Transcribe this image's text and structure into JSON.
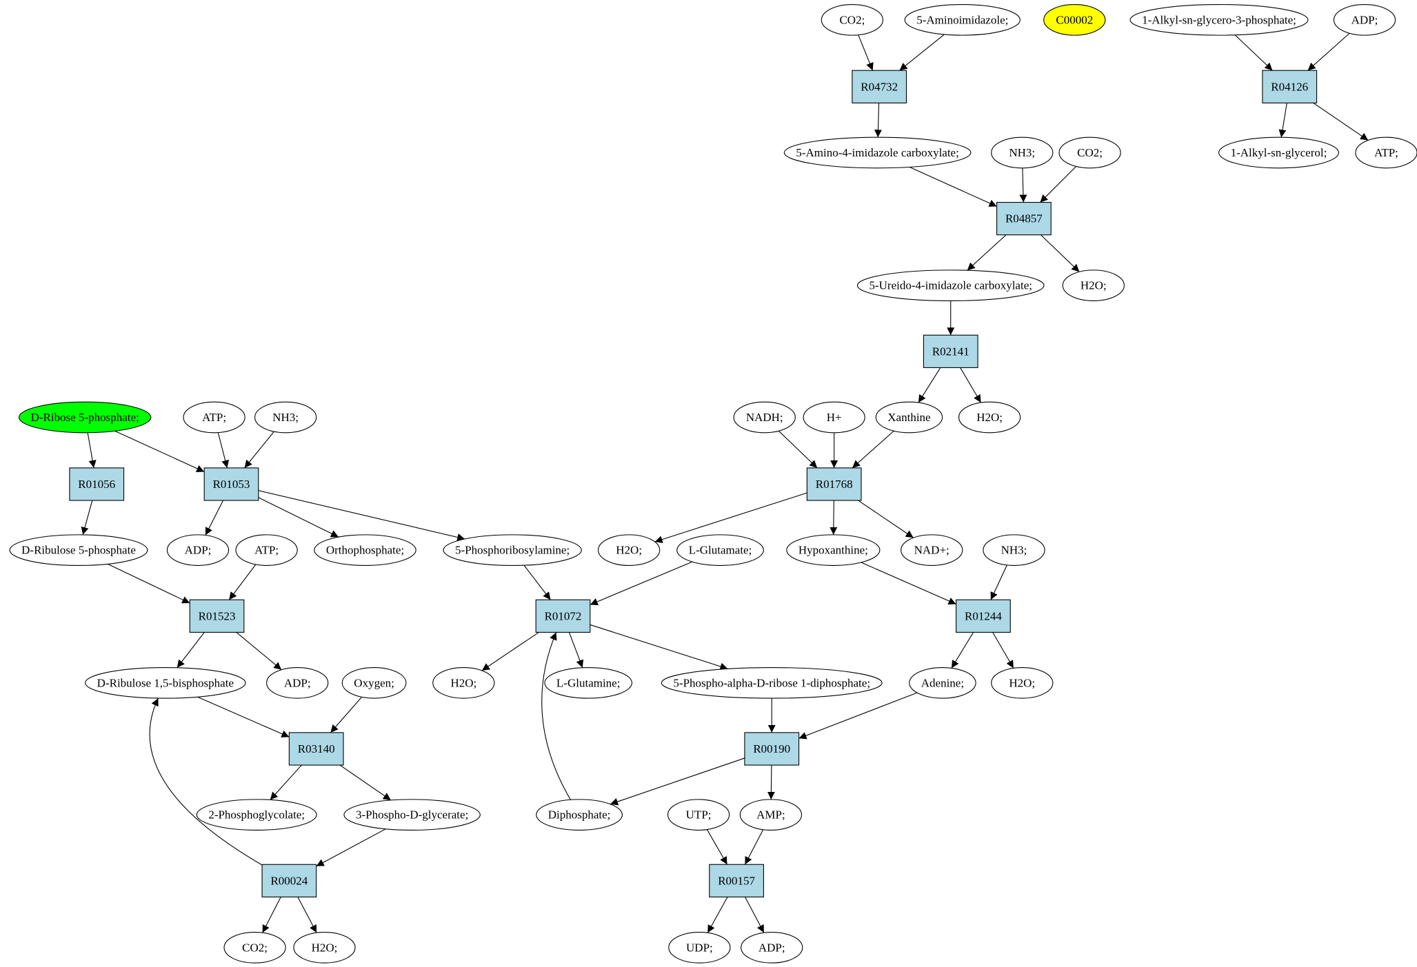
{
  "colors": {
    "reaction_fill": "#add8e6",
    "metabolite_fill": "#ffffff",
    "start_fill": "#00ff00",
    "target_fill": "#ffff00",
    "stroke": "#000000"
  },
  "nodes": [
    {
      "id": "co2_a",
      "label": "CO2;",
      "kind": "metabolite"
    },
    {
      "id": "aminoimid",
      "label": "5-Aminoimidazole;",
      "kind": "metabolite"
    },
    {
      "id": "c00002",
      "label": "C00002",
      "kind": "target"
    },
    {
      "id": "alkyl_g3p",
      "label": "1-Alkyl-sn-glycero-3-phosphate;",
      "kind": "metabolite"
    },
    {
      "id": "adp_a",
      "label": "ADP;",
      "kind": "metabolite"
    },
    {
      "id": "R04732",
      "label": "R04732",
      "kind": "reaction"
    },
    {
      "id": "R04126",
      "label": "R04126",
      "kind": "reaction"
    },
    {
      "id": "aic",
      "label": "5-Amino-4-imidazole carboxylate;",
      "kind": "metabolite"
    },
    {
      "id": "nh3_a",
      "label": "NH3;",
      "kind": "metabolite"
    },
    {
      "id": "co2_b",
      "label": "CO2;",
      "kind": "metabolite"
    },
    {
      "id": "alkyl_gly",
      "label": "1-Alkyl-sn-glycerol;",
      "kind": "metabolite"
    },
    {
      "id": "atp_a",
      "label": "ATP;",
      "kind": "metabolite"
    },
    {
      "id": "R04857",
      "label": "R04857",
      "kind": "reaction"
    },
    {
      "id": "uic",
      "label": "5-Ureido-4-imidazole carboxylate;",
      "kind": "metabolite"
    },
    {
      "id": "h2o_a",
      "label": "H2O;",
      "kind": "metabolite"
    },
    {
      "id": "R02141",
      "label": "R02141",
      "kind": "reaction"
    },
    {
      "id": "r5p",
      "label": "D-Ribose 5-phosphate;",
      "kind": "start"
    },
    {
      "id": "atp_b",
      "label": "ATP;",
      "kind": "metabolite"
    },
    {
      "id": "nh3_b",
      "label": "NH3;",
      "kind": "metabolite"
    },
    {
      "id": "nadh",
      "label": "NADH;",
      "kind": "metabolite"
    },
    {
      "id": "hplus",
      "label": "H+",
      "kind": "metabolite"
    },
    {
      "id": "xanthine",
      "label": "Xanthine",
      "kind": "metabolite"
    },
    {
      "id": "h2o_b",
      "label": "H2O;",
      "kind": "metabolite"
    },
    {
      "id": "R01056",
      "label": "R01056",
      "kind": "reaction"
    },
    {
      "id": "R01053",
      "label": "R01053",
      "kind": "reaction"
    },
    {
      "id": "R01768",
      "label": "R01768",
      "kind": "reaction"
    },
    {
      "id": "ru5p",
      "label": "D-Ribulose 5-phosphate",
      "kind": "metabolite"
    },
    {
      "id": "adp_b",
      "label": "ADP;",
      "kind": "metabolite"
    },
    {
      "id": "atp_c",
      "label": "ATP;",
      "kind": "metabolite"
    },
    {
      "id": "orthop",
      "label": "Orthophosphate;",
      "kind": "metabolite"
    },
    {
      "id": "pra",
      "label": "5-Phosphoribosylamine;",
      "kind": "metabolite"
    },
    {
      "id": "h2o_c",
      "label": "H2O;",
      "kind": "metabolite"
    },
    {
      "id": "lglu",
      "label": "L-Glutamate;",
      "kind": "metabolite"
    },
    {
      "id": "hypox",
      "label": "Hypoxanthine;",
      "kind": "metabolite"
    },
    {
      "id": "nadplus",
      "label": "NAD+;",
      "kind": "metabolite"
    },
    {
      "id": "nh3_c",
      "label": "NH3;",
      "kind": "metabolite"
    },
    {
      "id": "R01523",
      "label": "R01523",
      "kind": "reaction"
    },
    {
      "id": "R01072",
      "label": "R01072",
      "kind": "reaction"
    },
    {
      "id": "R01244",
      "label": "R01244",
      "kind": "reaction"
    },
    {
      "id": "rubp",
      "label": "D-Ribulose 1,5-bisphosphate",
      "kind": "metabolite"
    },
    {
      "id": "adp_c",
      "label": "ADP;",
      "kind": "metabolite"
    },
    {
      "id": "oxygen",
      "label": "Oxygen;",
      "kind": "metabolite"
    },
    {
      "id": "h2o_d",
      "label": "H2O;",
      "kind": "metabolite"
    },
    {
      "id": "lgln",
      "label": "L-Glutamine;",
      "kind": "metabolite"
    },
    {
      "id": "prpp",
      "label": "5-Phospho-alpha-D-ribose 1-diphosphate;",
      "kind": "metabolite"
    },
    {
      "id": "adenine",
      "label": "Adenine;",
      "kind": "metabolite"
    },
    {
      "id": "h2o_e",
      "label": "H2O;",
      "kind": "metabolite"
    },
    {
      "id": "R03140",
      "label": "R03140",
      "kind": "reaction"
    },
    {
      "id": "R00190",
      "label": "R00190",
      "kind": "reaction"
    },
    {
      "id": "pglycolate",
      "label": "2-Phosphoglycolate;",
      "kind": "metabolite"
    },
    {
      "id": "pga3",
      "label": "3-Phospho-D-glycerate;",
      "kind": "metabolite"
    },
    {
      "id": "diphos",
      "label": "Diphosphate;",
      "kind": "metabolite"
    },
    {
      "id": "utp",
      "label": "UTP;",
      "kind": "metabolite"
    },
    {
      "id": "amp",
      "label": "AMP;",
      "kind": "metabolite"
    },
    {
      "id": "R00024",
      "label": "R00024",
      "kind": "reaction"
    },
    {
      "id": "R00157",
      "label": "R00157",
      "kind": "reaction"
    },
    {
      "id": "co2_c",
      "label": "CO2;",
      "kind": "metabolite"
    },
    {
      "id": "h2o_f",
      "label": "H2O;",
      "kind": "metabolite"
    },
    {
      "id": "udp",
      "label": "UDP;",
      "kind": "metabolite"
    },
    {
      "id": "adp_d",
      "label": "ADP;",
      "kind": "metabolite"
    }
  ],
  "edges": [
    [
      "co2_a",
      "R04732"
    ],
    [
      "aminoimid",
      "R04732"
    ],
    [
      "R04732",
      "aic"
    ],
    [
      "alkyl_g3p",
      "R04126"
    ],
    [
      "adp_a",
      "R04126"
    ],
    [
      "R04126",
      "alkyl_gly"
    ],
    [
      "R04126",
      "atp_a"
    ],
    [
      "aic",
      "R04857"
    ],
    [
      "nh3_a",
      "R04857"
    ],
    [
      "co2_b",
      "R04857"
    ],
    [
      "R04857",
      "uic"
    ],
    [
      "R04857",
      "h2o_a"
    ],
    [
      "uic",
      "R02141"
    ],
    [
      "R02141",
      "xanthine"
    ],
    [
      "R02141",
      "h2o_b"
    ],
    [
      "nadh",
      "R01768"
    ],
    [
      "hplus",
      "R01768"
    ],
    [
      "xanthine",
      "R01768"
    ],
    [
      "R01768",
      "h2o_c"
    ],
    [
      "R01768",
      "hypox"
    ],
    [
      "R01768",
      "nadplus"
    ],
    [
      "r5p",
      "R01056"
    ],
    [
      "r5p",
      "R01053"
    ],
    [
      "atp_b",
      "R01053"
    ],
    [
      "nh3_b",
      "R01053"
    ],
    [
      "R01056",
      "ru5p"
    ],
    [
      "R01053",
      "adp_b"
    ],
    [
      "R01053",
      "orthop"
    ],
    [
      "R01053",
      "pra"
    ],
    [
      "ru5p",
      "R01523"
    ],
    [
      "atp_c",
      "R01523"
    ],
    [
      "R01523",
      "rubp"
    ],
    [
      "R01523",
      "adp_c"
    ],
    [
      "pra",
      "R01072"
    ],
    [
      "lglu",
      "R01072"
    ],
    [
      "diphos",
      "R01072"
    ],
    [
      "R01072",
      "h2o_d"
    ],
    [
      "R01072",
      "lgln"
    ],
    [
      "R01072",
      "prpp"
    ],
    [
      "hypox",
      "R01244"
    ],
    [
      "nh3_c",
      "R01244"
    ],
    [
      "R01244",
      "adenine"
    ],
    [
      "R01244",
      "h2o_e"
    ],
    [
      "rubp",
      "R03140"
    ],
    [
      "oxygen",
      "R03140"
    ],
    [
      "R03140",
      "pglycolate"
    ],
    [
      "R03140",
      "pga3"
    ],
    [
      "prpp",
      "R00190"
    ],
    [
      "adenine",
      "R00190"
    ],
    [
      "R00190",
      "diphos"
    ],
    [
      "R00190",
      "amp"
    ],
    [
      "pga3",
      "R00024"
    ],
    [
      "R00024",
      "rubp"
    ],
    [
      "R00024",
      "co2_c"
    ],
    [
      "R00024",
      "h2o_f"
    ],
    [
      "utp",
      "R00157"
    ],
    [
      "amp",
      "R00157"
    ],
    [
      "R00157",
      "udp"
    ],
    [
      "R00157",
      "adp_d"
    ]
  ]
}
